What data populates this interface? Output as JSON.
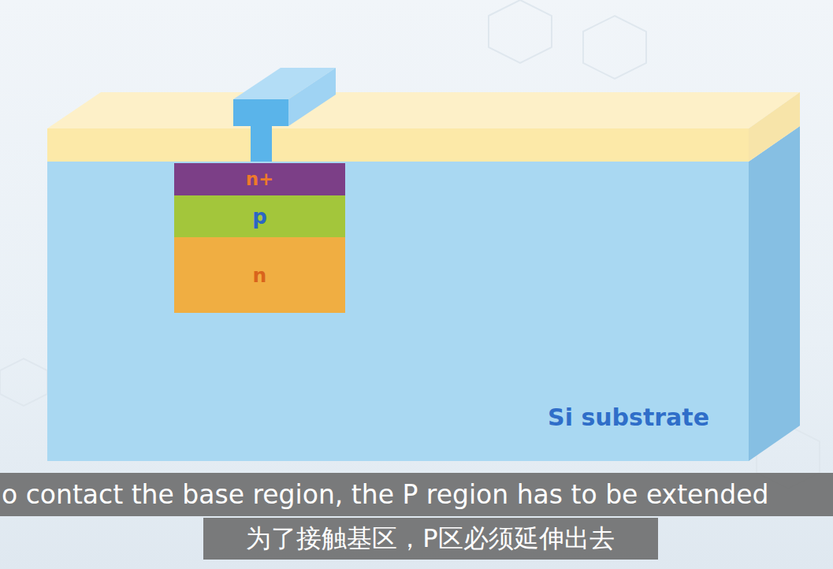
{
  "diagram": {
    "nodes": [
      {
        "text": [
          "Si substrate"
        ]
      },
      {
        "text": [
          "n+"
        ],
        "in": 0
      },
      {
        "text": [
          "p"
        ],
        "in": 0
      },
      {
        "text": [
          "n"
        ],
        "in": 0
      }
    ],
    "labels": [
      "o contact the base region, the P region has to be extended",
      "为了接触基区，P区必须延伸出去"
    ]
  }
}
